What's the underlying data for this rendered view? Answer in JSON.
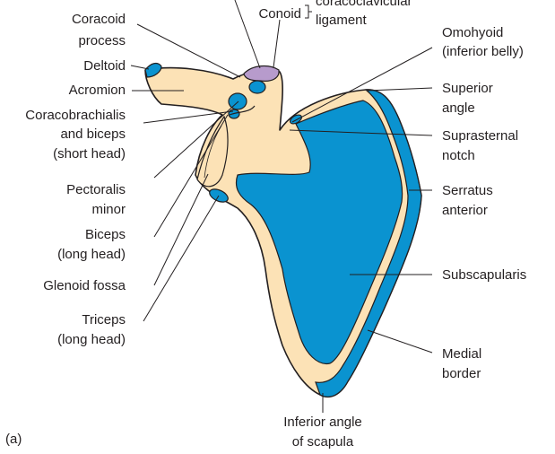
{
  "labels": {
    "coracoid_process_1": "Coracoid",
    "coracoid_process_2": "process",
    "deltoid": "Deltoid",
    "acromion": "Acromion",
    "coracobrachialis_1": "Coracobrachialis",
    "coracobrachialis_2": "and biceps",
    "coracobrachialis_3": "(short head)",
    "pectoralis_1": "Pectoralis",
    "pectoralis_2": "minor",
    "biceps_long_1": "Biceps",
    "biceps_long_2": "(long head)",
    "glenoid_fossa": "Glenoid fossa",
    "triceps_1": "Triceps",
    "triceps_2": "(long head)",
    "conoid": "Conoid",
    "coracoclavicular_1": "coracoclavicular",
    "coracoclavicular_2": "ligament",
    "omohyoid_1": "Omohyoid",
    "omohyoid_2": "(inferior belly)",
    "superior_angle_1": "Superior",
    "superior_angle_2": "angle",
    "suprasternal_1": "Suprasternal",
    "suprasternal_2": "notch",
    "serratus_1": "Serratus",
    "serratus_2": "anterior",
    "subscapularis": "Subscapularis",
    "medial_border_1": "Medial",
    "medial_border_2": "border",
    "inferior_angle_1": "Inferior angle",
    "inferior_angle_2": "of scapula",
    "panel": "(a)"
  },
  "colors": {
    "bone": "#fce2b6",
    "muscle_attachment": "#0a93d0",
    "ligament": "#b79bcc",
    "outline": "#231f20"
  }
}
